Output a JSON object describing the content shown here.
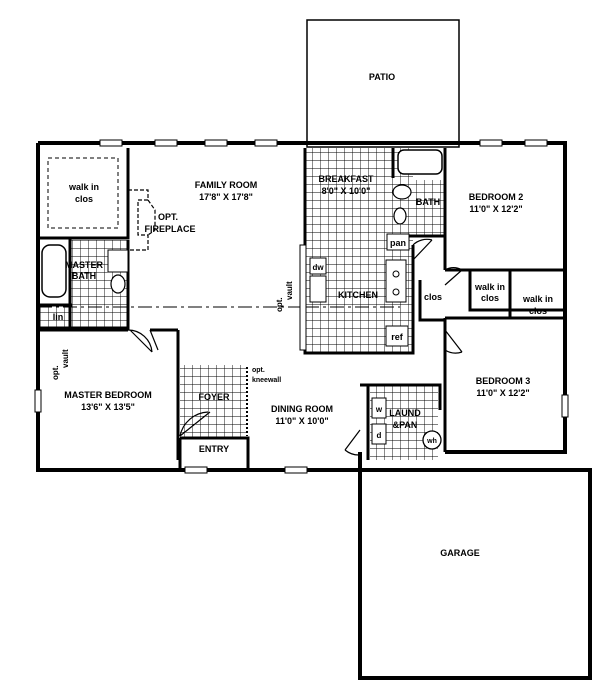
{
  "plan": {
    "patio": {
      "name": "PATIO"
    },
    "family_room": {
      "name": "FAMILY ROOM",
      "dims": "17'8\" X 17'8\""
    },
    "breakfast": {
      "name": "BREAKFAST",
      "dims": "8'0\" X 10'0\""
    },
    "bath": {
      "name": "BATH"
    },
    "bedroom_2": {
      "name": "BEDROOM 2",
      "dims": "11'0\" X 12'2\""
    },
    "walk_in_closet_master": {
      "line1": "walk in",
      "line2": "clos"
    },
    "fireplace": {
      "line1": "OPT.",
      "line2": "FIREPLACE"
    },
    "master_bath": {
      "line1": "MASTER",
      "line2": "BATH"
    },
    "linen": {
      "name": "lin"
    },
    "pantry": {
      "name": "pan"
    },
    "dishwasher": {
      "name": "dw"
    },
    "kitchen": {
      "name": "KITCHEN"
    },
    "refrigerator": {
      "name": "ref"
    },
    "opt_vault_family": {
      "line1": "opt.",
      "line2": "vault"
    },
    "opt_vault_master": {
      "line1": "opt.",
      "line2": "vault"
    },
    "closet_center": {
      "name": "clos"
    },
    "walk_in_closet_bed2": {
      "line1": "walk in",
      "line2": "clos"
    },
    "walk_in_closet_bed3": {
      "line1": "walk in",
      "line2": "clos"
    },
    "master_bedroom": {
      "name": "MASTER BEDROOM",
      "dims": "13'6\" X 13'5\""
    },
    "kneewall": {
      "line1": "opt.",
      "line2": "kneewall"
    },
    "foyer": {
      "name": "FOYER"
    },
    "entry": {
      "name": "ENTRY"
    },
    "dining_room": {
      "name": "DINING ROOM",
      "dims": "11'0\" X 10'0\""
    },
    "bedroom_3": {
      "name": "BEDROOM 3",
      "dims": "11'0\" X 12'2\""
    },
    "laundry": {
      "line1": "LAUND",
      "line2": "&PAN"
    },
    "washer": {
      "name": "w"
    },
    "dryer": {
      "name": "d"
    },
    "water_heater": {
      "name": "wh"
    },
    "garage": {
      "name": "GARAGE"
    }
  }
}
